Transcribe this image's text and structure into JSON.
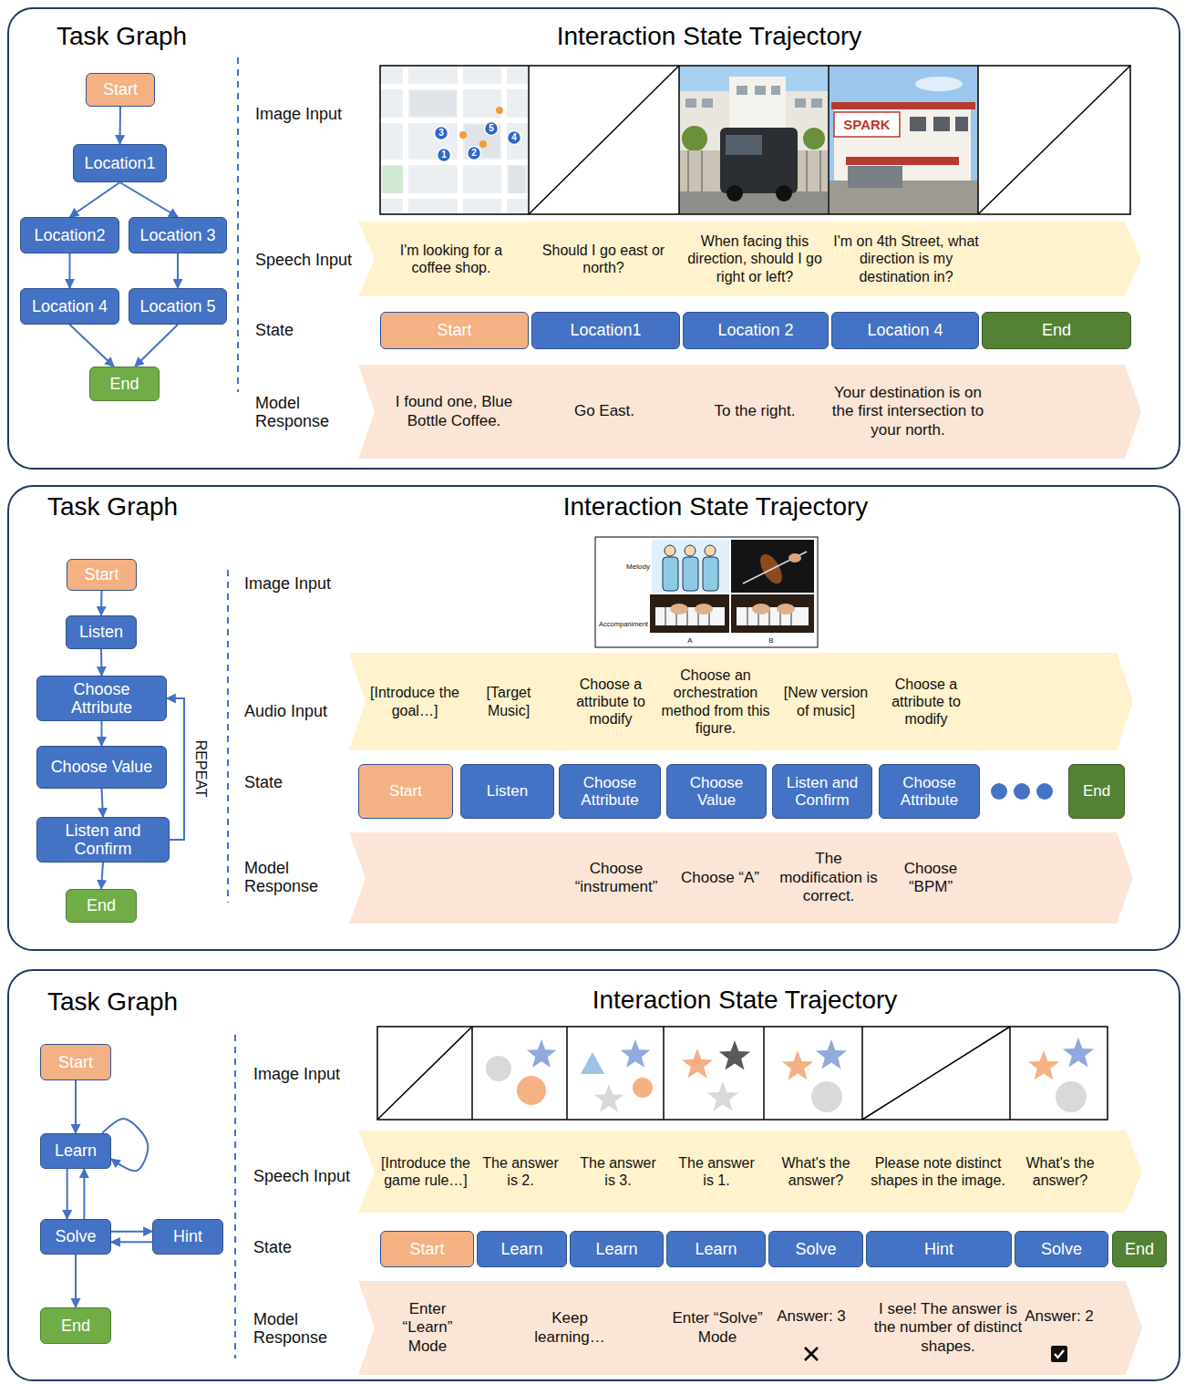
{
  "diagram": {
    "nodes": [
      {
        "text": [
          "Task Graph",
          "Interaction State Trajectory"
        ]
      },
      {
        "text": [
          "Start"
        ],
        "in": 0
      },
      {
        "text": [
          "Location1"
        ],
        "in": 0
      },
      {
        "text": [
          "Location2"
        ],
        "in": 0
      },
      {
        "text": [
          "Location 3"
        ],
        "in": 0
      },
      {
        "text": [
          "Location 4"
        ],
        "in": 0
      },
      {
        "text": [
          "Location 5"
        ],
        "in": 0
      },
      {
        "text": [
          "End"
        ],
        "in": 0
      },
      {
        "text": [
          "I'm looking for a coffee shop.",
          "Should I go east or north?",
          "When facing this direction, should I go right or left?",
          "I'm on 4th Street, what direction is my destination in?"
        ],
        "in": 0
      },
      {
        "text": [
          "Start"
        ],
        "in": 0
      },
      {
        "text": [
          "Location1"
        ],
        "in": 0
      },
      {
        "text": [
          "Location 2"
        ],
        "in": 0
      },
      {
        "text": [
          "Location 4"
        ],
        "in": 0
      },
      {
        "text": [
          "End"
        ],
        "in": 0
      },
      {
        "text": [
          "I found one, Blue Bottle Coffee.",
          "Go East.",
          "To the right.",
          "Your destination is on the first intersection to your north."
        ],
        "in": 0
      },
      {
        "text": [
          "Task Graph",
          "Interaction State Trajectory"
        ]
      },
      {
        "text": [
          "Start"
        ],
        "in": 15
      },
      {
        "text": [
          "Listen"
        ],
        "in": 15
      },
      {
        "text": [
          "Choose Attribute"
        ],
        "in": 15
      },
      {
        "text": [
          "Choose Value"
        ],
        "in": 15
      },
      {
        "text": [
          "Listen and Confirm"
        ],
        "in": 15
      },
      {
        "text": [
          "End"
        ],
        "in": 15
      },
      {
        "text": [
          "[Introduce the goal…]",
          "[Target Music]",
          "Choose a attribute to modify",
          "Choose an orchestration method from this figure.",
          "[New version of music]",
          "Choose a attribute to modify"
        ],
        "in": 15
      },
      {
        "text": [
          "Start"
        ],
        "in": 15
      },
      {
        "text": [
          "Listen"
        ],
        "in": 15
      },
      {
        "text": [
          "Choose Attribute"
        ],
        "in": 15
      },
      {
        "text": [
          "Choose Value"
        ],
        "in": 15
      },
      {
        "text": [
          "Listen and Confirm"
        ],
        "in": 15
      },
      {
        "text": [
          "Choose Attribute"
        ],
        "in": 15
      },
      {
        "text": [
          "End"
        ],
        "in": 15
      },
      {
        "text": [
          "Choose “instrument”",
          "Choose “A”",
          "The modification is correct.",
          "Choose “BPM”"
        ],
        "in": 15
      },
      {
        "text": [
          "Task Graph",
          "Interaction State Trajectory"
        ]
      },
      {
        "text": [
          "Start"
        ],
        "in": 31
      },
      {
        "text": [
          "Learn"
        ],
        "in": 31
      },
      {
        "text": [
          "Solve"
        ],
        "in": 31
      },
      {
        "text": [
          "Hint"
        ],
        "in": 31
      },
      {
        "text": [
          "End"
        ],
        "in": 31
      },
      {
        "text": [
          "[Introduce the game rule…]",
          "The answer is 2.",
          "The answer is 3.",
          "The answer is 1.",
          "What's the answer?",
          "Please note distinct shapes in the image.",
          "What's the answer?"
        ],
        "in": 31
      },
      {
        "text": [
          "Start"
        ],
        "in": 31
      },
      {
        "text": [
          "Learn"
        ],
        "in": 31
      },
      {
        "text": [
          "Learn"
        ],
        "in": 31
      },
      {
        "text": [
          "Learn"
        ],
        "in": 31
      },
      {
        "text": [
          "Solve"
        ],
        "in": 31
      },
      {
        "text": [
          "Hint"
        ],
        "in": 31
      },
      {
        "text": [
          "Solve"
        ],
        "in": 31
      },
      {
        "text": [
          "End"
        ],
        "in": 31
      },
      {
        "text": [
          "Enter “Learn” Mode",
          "Keep learning…",
          "Enter “Solve” Mode",
          "Answer: 3",
          "I see! The answer is the number of distinct shapes.",
          "Answer: 2"
        ],
        "in": 31
      }
    ],
    "edges": [
      {
        "from": 1,
        "to": 2,
        "arrow": "to"
      },
      {
        "from": 2,
        "to": 3,
        "arrow": "to"
      },
      {
        "from": 2,
        "to": 4,
        "arrow": "to"
      },
      {
        "from": 3,
        "to": 5,
        "arrow": "to"
      },
      {
        "from": 4,
        "to": 6,
        "arrow": "to"
      },
      {
        "from": 5,
        "to": 7,
        "arrow": "to"
      },
      {
        "from": 6,
        "to": 7,
        "arrow": "to"
      },
      {
        "from": 16,
        "to": 17,
        "arrow": "to"
      },
      {
        "from": 17,
        "to": 18,
        "arrow": "to"
      },
      {
        "from": 18,
        "to": 19,
        "arrow": "to"
      },
      {
        "from": 19,
        "to": 20,
        "arrow": "to"
      },
      {
        "from": 20,
        "to": 18,
        "arrow": "to"
      },
      {
        "from": 20,
        "to": 21,
        "arrow": "to"
      },
      {
        "from": 32,
        "to": 33,
        "arrow": "to"
      },
      {
        "from": 33,
        "to": 33,
        "arrow": "to"
      },
      {
        "from": 33,
        "to": 34,
        "arrow": "to"
      },
      {
        "from": 34,
        "to": 33,
        "arrow": "to"
      },
      {
        "from": 34,
        "to": 35,
        "arrow": "to"
      },
      {
        "from": 35,
        "to": 34,
        "arrow": "to"
      },
      {
        "from": 34,
        "to": 36,
        "arrow": "to"
      }
    ],
    "labels": [
      "Image Input",
      "Speech Input",
      "State",
      "Model Response",
      "3",
      "1",
      "2",
      "5",
      "4",
      "SPARK",
      "REPEAT",
      "Image Input",
      "Audio Input",
      "State",
      "Model Response",
      "Melody",
      "Accompaniment",
      "A",
      "B",
      "Image Input",
      "Speech Input",
      "State",
      "Model Response"
    ]
  }
}
